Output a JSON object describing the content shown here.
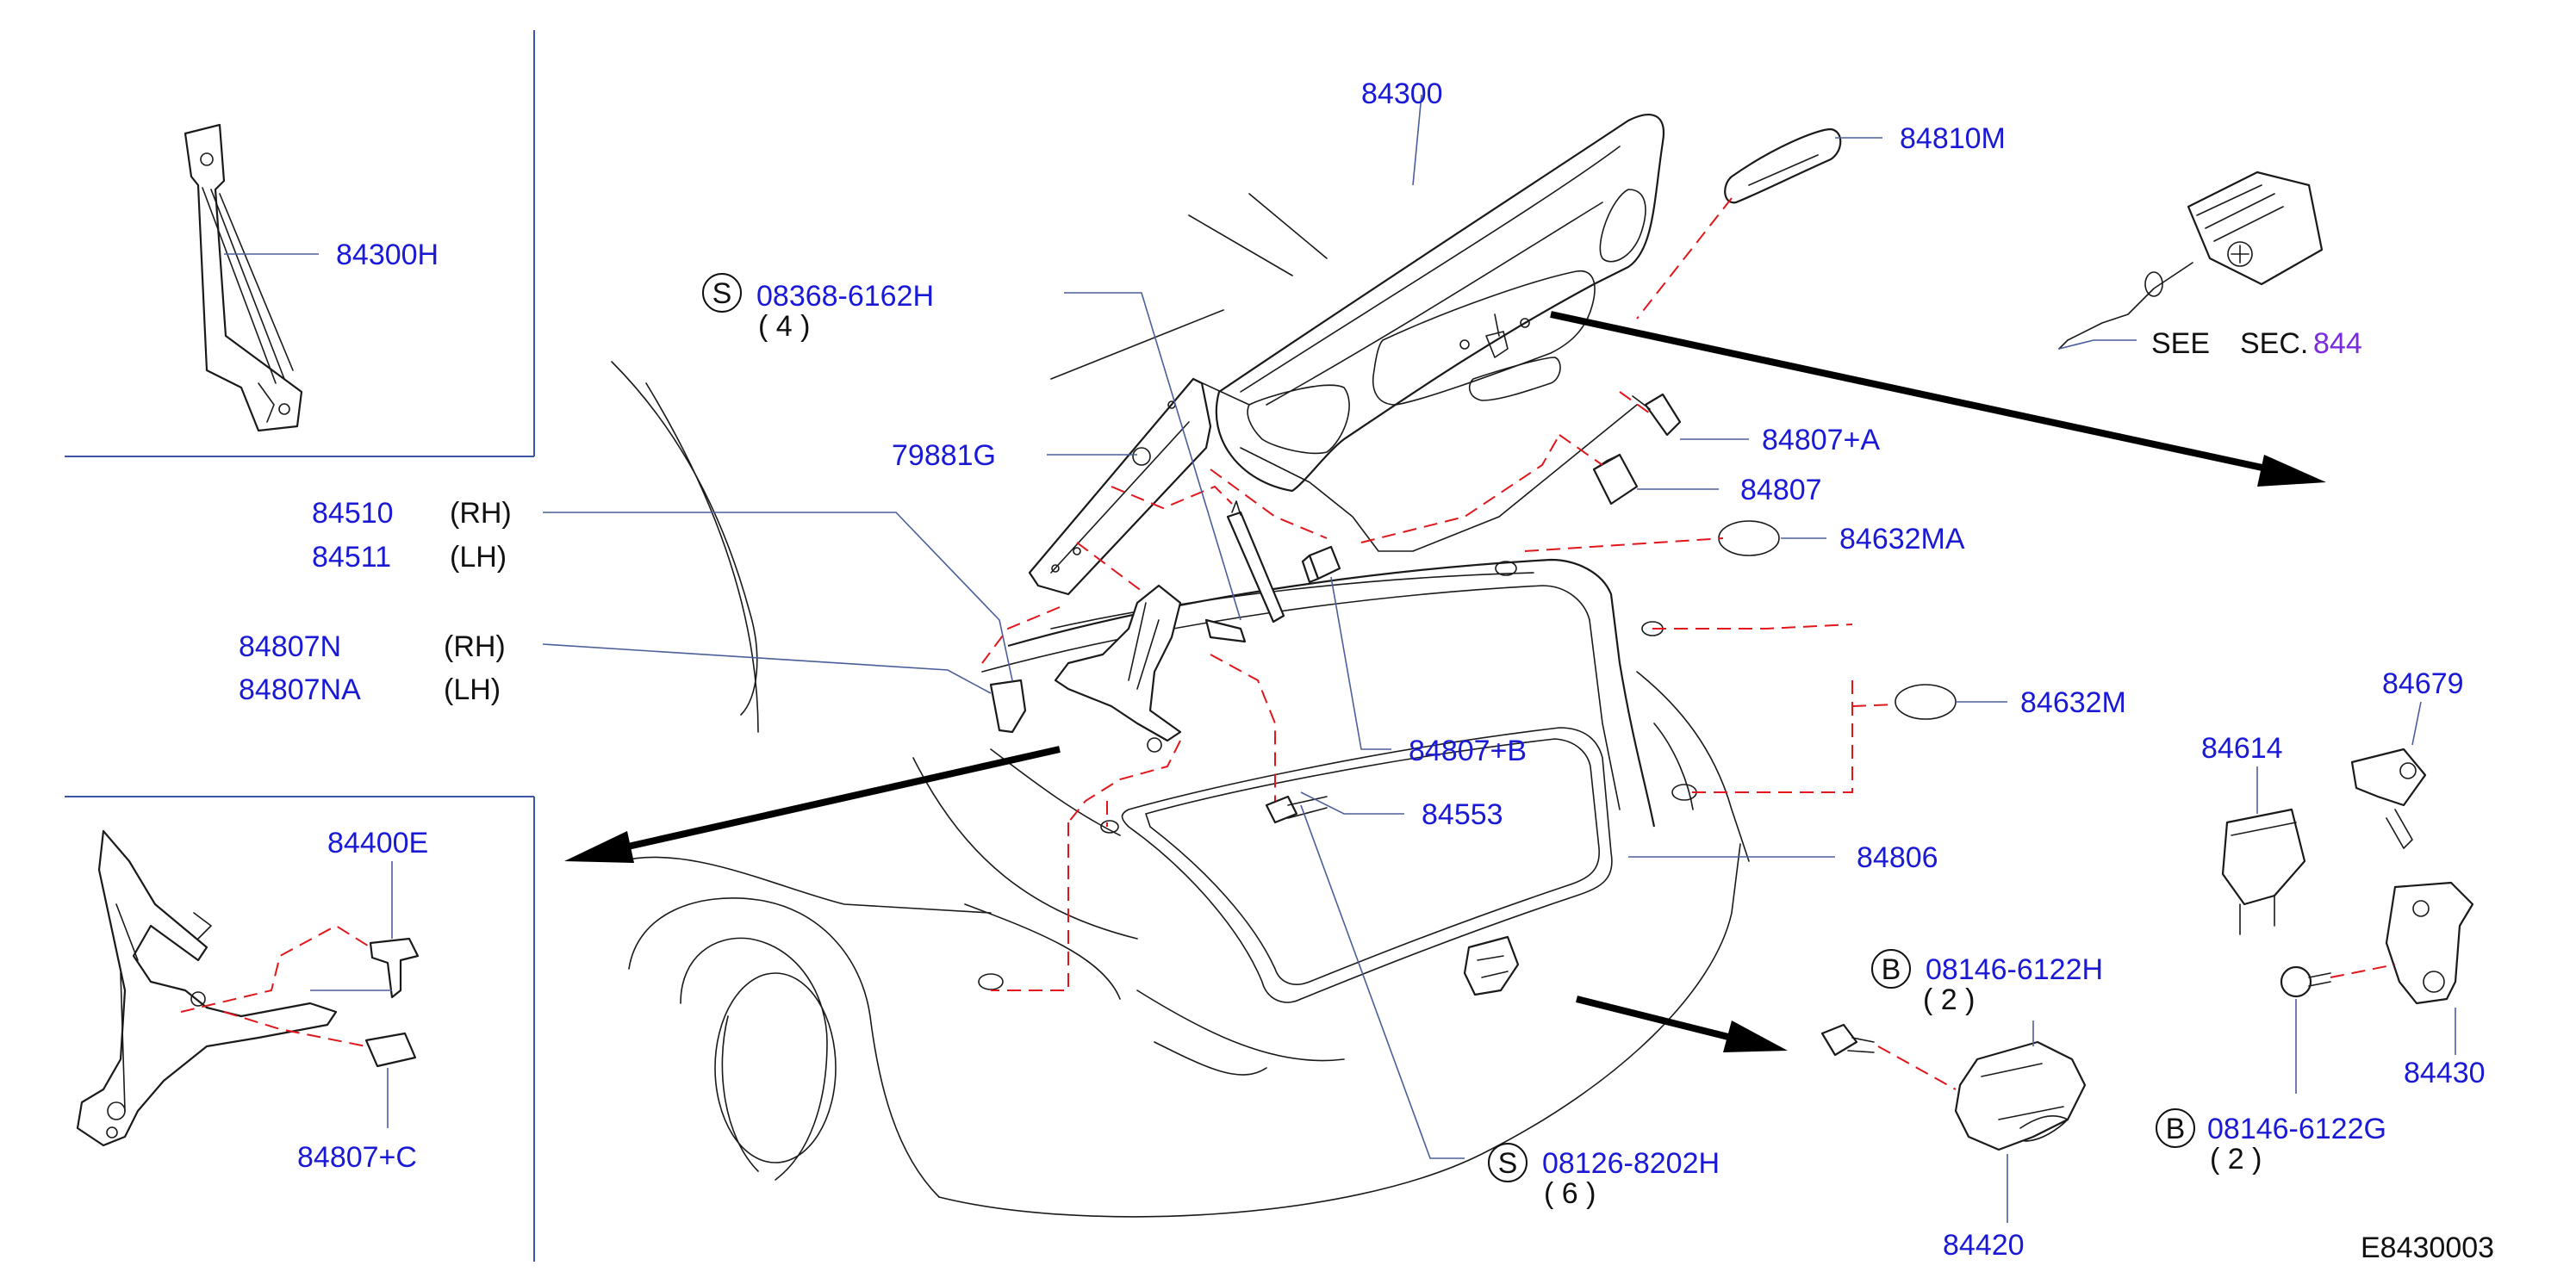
{
  "labels": {
    "p84300": "84300",
    "p84810M": "84810M",
    "p84300H": "84300H",
    "s1_code": "08368-6162H",
    "s1_qty": "( 4 )",
    "p79881G": "79881G",
    "p84510": "84510",
    "p84510_side": "(RH)",
    "p84511": "84511",
    "p84511_side": "(LH)",
    "p84807N": "84807N",
    "p84807N_side": "(RH)",
    "p84807NA": "84807NA",
    "p84807NA_side": "(LH)",
    "p84807A": "84807+A",
    "p84807": "84807",
    "p84632MA": "84632MA",
    "p84632M": "84632M",
    "p84807B": "84807+B",
    "p84553": "84553",
    "p84806": "84806",
    "p84400E": "84400E",
    "p84807C": "84807+C",
    "b1_code": "08146-6122H",
    "b1_qty": "( 2 )",
    "p84420": "84420",
    "s2_code": "08126-8202H",
    "s2_qty": "( 6 )",
    "p84614": "84614",
    "p84679": "84679",
    "p84430": "84430",
    "b2_code": "08146-6122G",
    "b2_qty": "( 2 )",
    "see": "SEE",
    "sec_prefix": "SEC.",
    "sec_num": "844",
    "diagram_id": "E8430003",
    "sym_s": "S",
    "sym_b": "B"
  },
  "colors": {
    "part_number": "#1a1ad6",
    "leader": "#4a5f9a",
    "dashed_connector": "#e0161b",
    "section_link": "#7a2be0",
    "ink": "#1a1a1a"
  }
}
